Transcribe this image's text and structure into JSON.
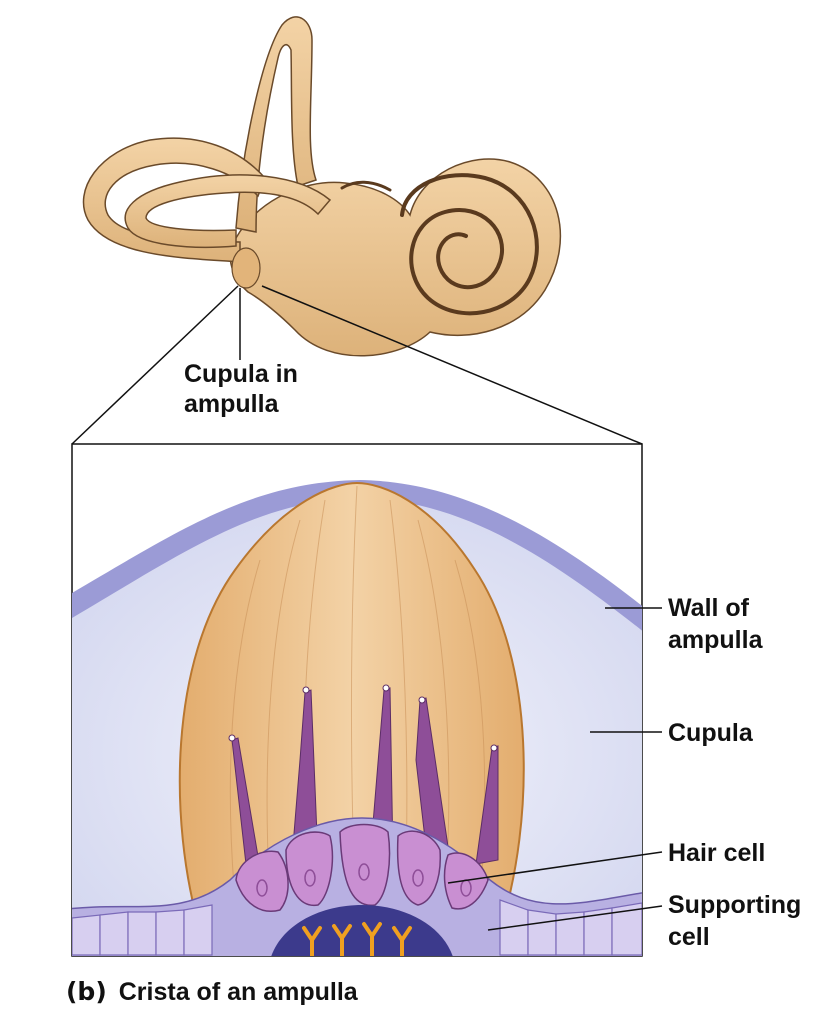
{
  "labels": {
    "cupula_in_ampulla": [
      "Cupula in",
      "ampulla"
    ],
    "wall_of_ampulla": [
      "Wall of",
      "ampulla"
    ],
    "cupula": "Cupula",
    "hair_cell": "Hair cell",
    "supporting_cell": [
      "Supporting",
      "cell"
    ]
  },
  "caption": {
    "panel": "(b)",
    "text": "Crista of an ampulla"
  },
  "colors": {
    "labyrinth": "#ebc48f",
    "cupula": "#e8b97e",
    "endolymph": "#dfe3f4",
    "ampulla_wall": "#8f8fd0",
    "hair_cell": "#c98fd2",
    "supporting_cell": "#b7b0e0",
    "nerve": "#f0a020"
  }
}
